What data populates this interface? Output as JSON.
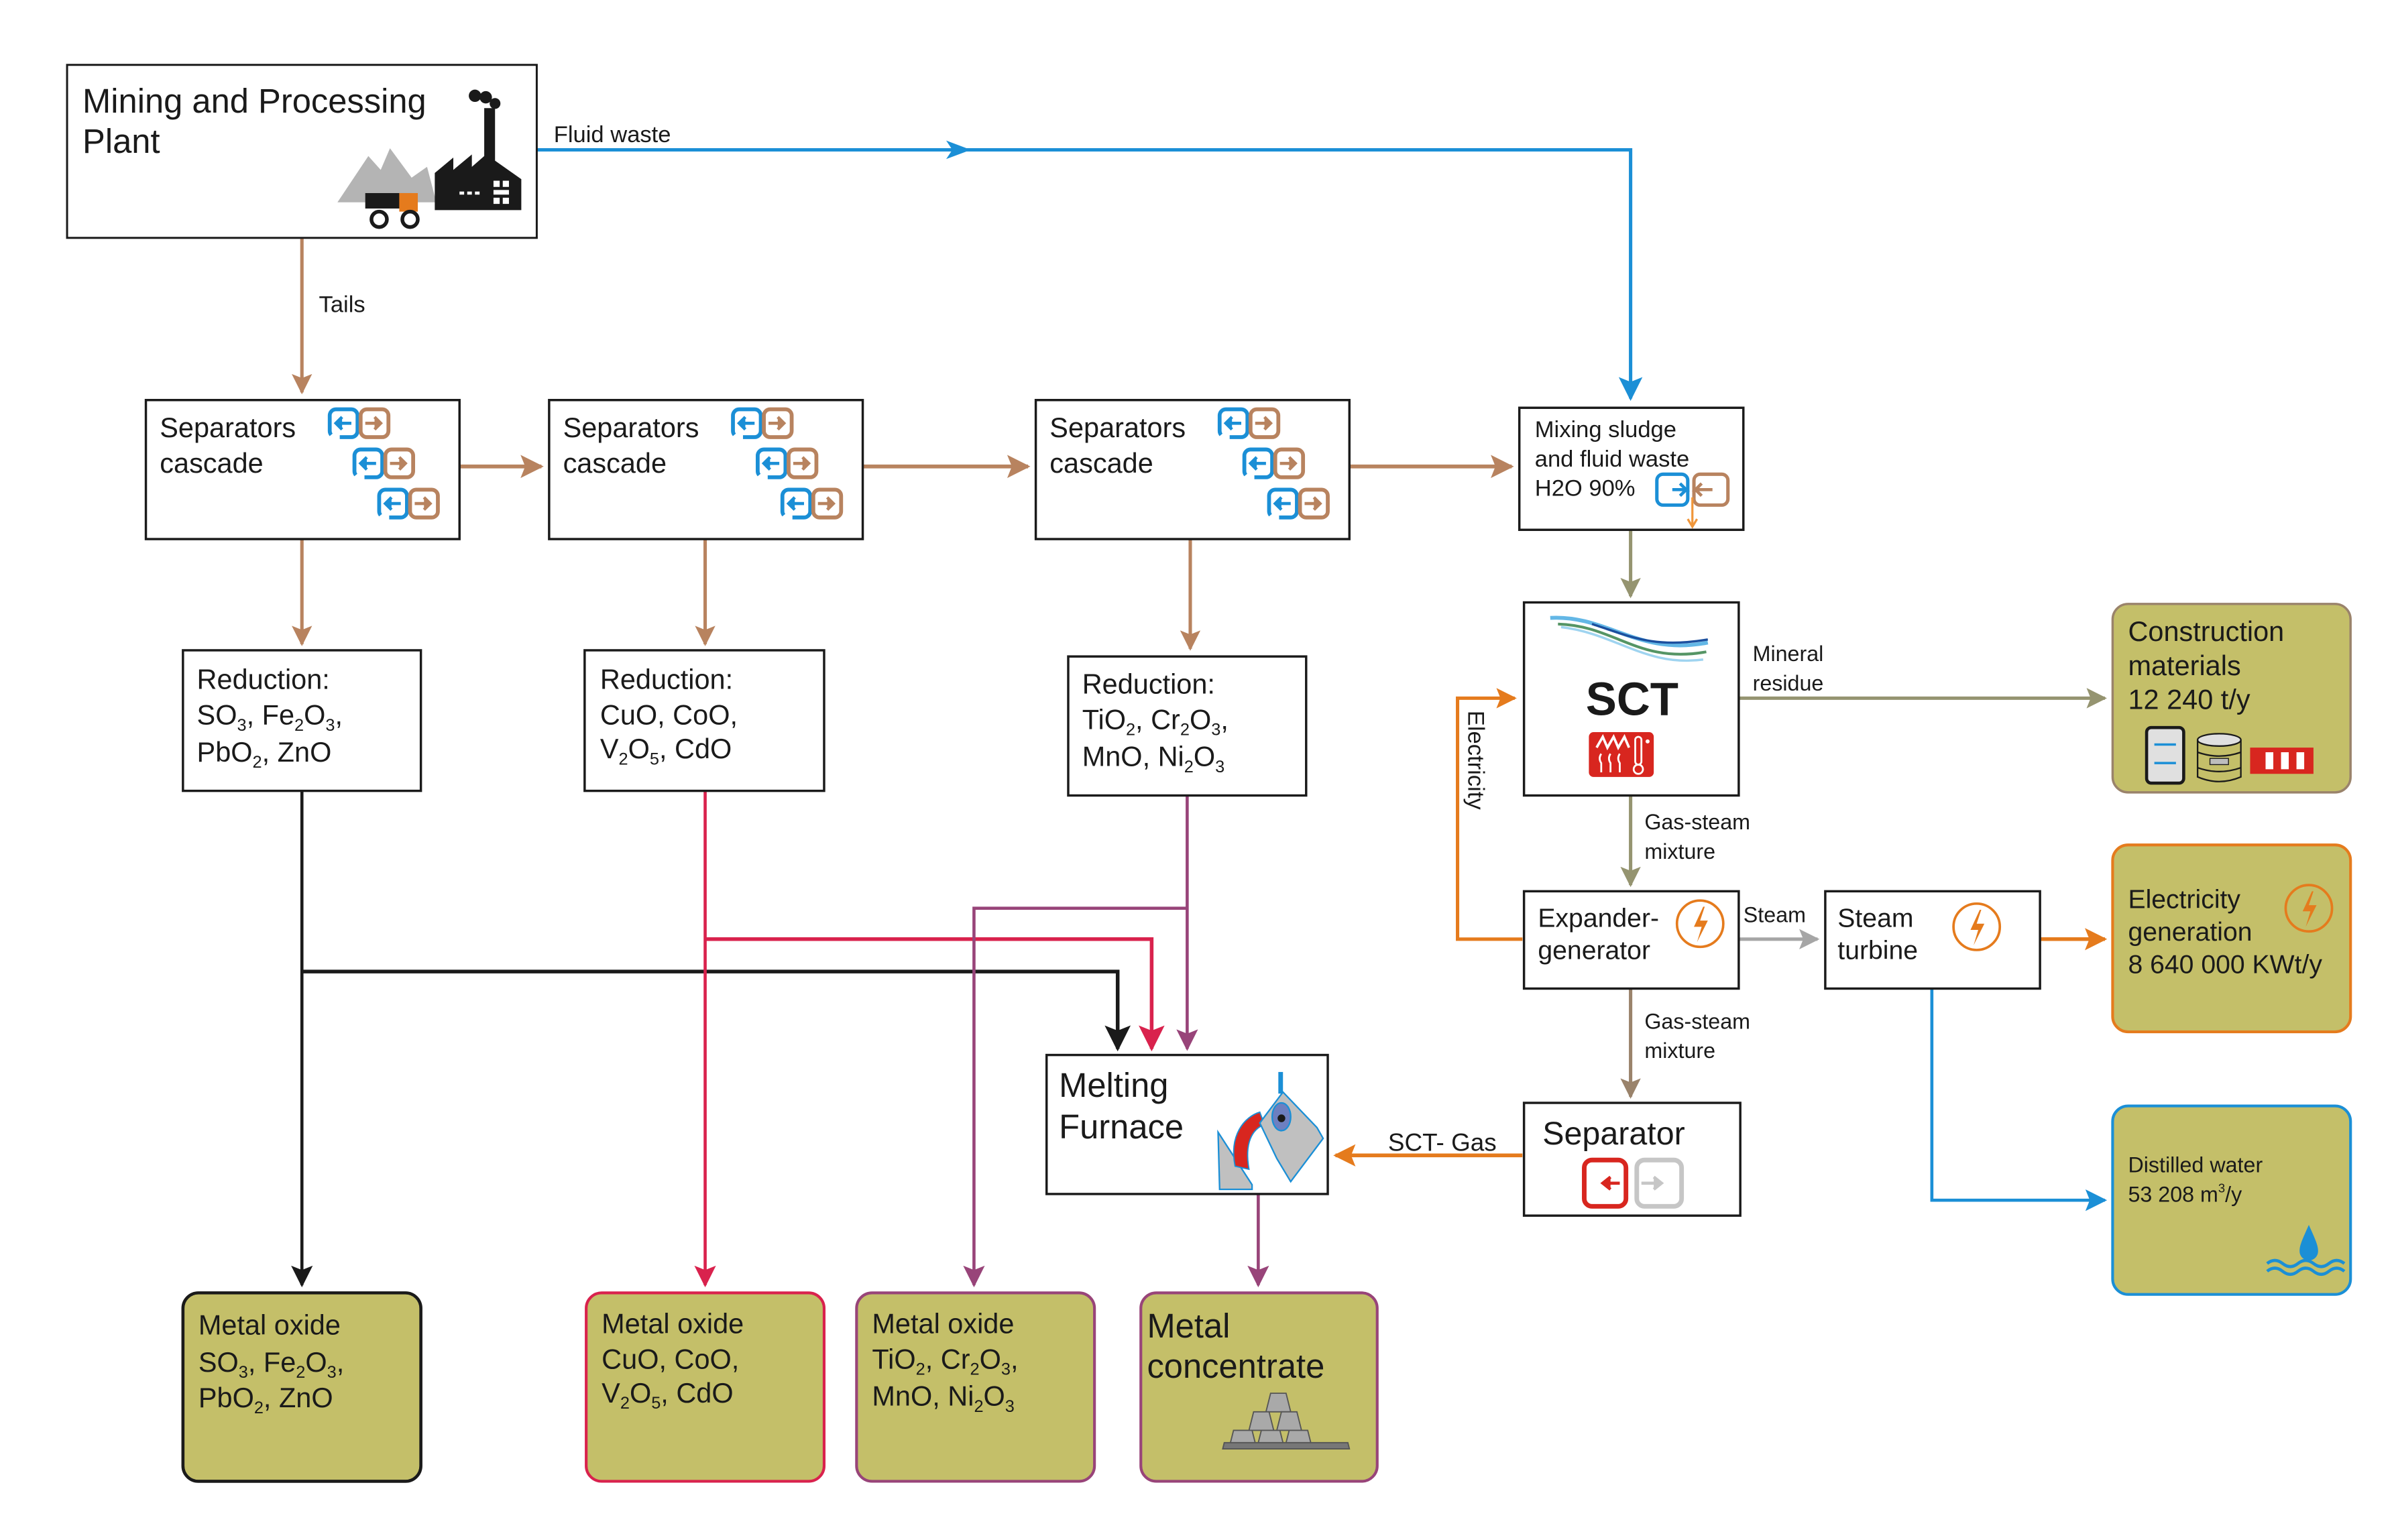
{
  "title": "Mining waste processing flow diagram",
  "colors": {
    "tails": "#b8835f",
    "fluid": "#1b8fd6",
    "olive": "#959470",
    "electricity": "#e57b1d",
    "steam": "#a6a6a6",
    "black_line": "#1a1a1a",
    "red_line": "#d9224d",
    "purple_line": "#984479",
    "product_fill": "#c4bf69",
    "gas_line": "#9a836b"
  },
  "nodes": {
    "plant": {
      "lines": [
        "Mining and Processing",
        "Plant"
      ],
      "icon": "factory-mine-icon"
    },
    "sep1": {
      "lines": [
        "Separators",
        "cascade"
      ],
      "icon": "separator-icon"
    },
    "sep2": {
      "lines": [
        "Separators",
        "cascade"
      ],
      "icon": "separator-icon"
    },
    "sep3": {
      "lines": [
        "Separators",
        "cascade"
      ],
      "icon": "separator-icon"
    },
    "mixing": {
      "lines": [
        "Mixing sludge",
        "and fluid waste",
        "H2O 90%"
      ],
      "icon": "mixer-icon"
    },
    "red1": {
      "title": "Reduction:",
      "l1": [
        "SO",
        "3",
        ", Fe",
        "2",
        "O",
        "3",
        ","
      ],
      "l2": [
        "PbO",
        "2",
        ", ZnO"
      ]
    },
    "red2": {
      "title": "Reduction:",
      "l1": "CuO, CoO,",
      "l2": [
        "V",
        "2",
        "O",
        "5",
        ", CdO"
      ]
    },
    "red3": {
      "title": "Reduction:",
      "l1": [
        "TiO",
        "2",
        ", Cr",
        "2",
        "O",
        "3",
        ","
      ],
      "l2": [
        "MnO, Ni",
        "2",
        "O",
        "3"
      ]
    },
    "sct": {
      "label": "SCT",
      "icon": "heat-thermometer-icon"
    },
    "expander": {
      "lines": [
        "Expander-",
        "generator"
      ],
      "icon": "lightning-icon"
    },
    "turbine": {
      "lines": [
        "Steam",
        "turbine"
      ],
      "icon": "lightning-icon"
    },
    "separator": {
      "label": "Separator",
      "icon": "separator-icon"
    },
    "furnace": {
      "lines": [
        "Melting",
        "Furnace"
      ],
      "icon": "ladle-furnace-icon"
    },
    "construction": {
      "lines": [
        "Construction",
        "materials",
        "12 240 t/y"
      ]
    },
    "electricity": {
      "lines": [
        "Electricity",
        "generation",
        "8 640 000 KWt/y"
      ]
    },
    "water": {
      "line1": "Distilled water",
      "line2a": "53 208 m",
      "sup": "3",
      "line2b": "/y"
    },
    "out1": {
      "title": "Metal oxide",
      "l1": [
        "SO",
        "3",
        ", Fe",
        "2",
        "O",
        "3",
        ","
      ],
      "l2": [
        "PbO",
        "2",
        ", ZnO"
      ]
    },
    "out2": {
      "title": "Metal oxide",
      "l1": "CuO, CoO,",
      "l2": [
        "V",
        "2",
        "O",
        "5",
        ", CdO"
      ]
    },
    "out3": {
      "title": "Metal oxide",
      "l1": [
        "TiO",
        "2",
        ", Cr",
        "2",
        "O",
        "3",
        ","
      ],
      "l2": [
        "MnO, Ni",
        "2",
        "O",
        "3"
      ]
    },
    "concentrate": {
      "lines": [
        "Metal",
        "concentrate"
      ]
    }
  },
  "edges": {
    "fluid_waste": "Fluid waste",
    "tails": "Tails",
    "mineral_residue": [
      "Mineral",
      "residue"
    ],
    "gas_steam_1": [
      "Gas-steam",
      "mixture"
    ],
    "gas_steam_2": [
      "Gas-steam",
      "mixture"
    ],
    "steam": "Steam",
    "electricity": "Electricity",
    "sct_gas": "SCT- Gas"
  }
}
